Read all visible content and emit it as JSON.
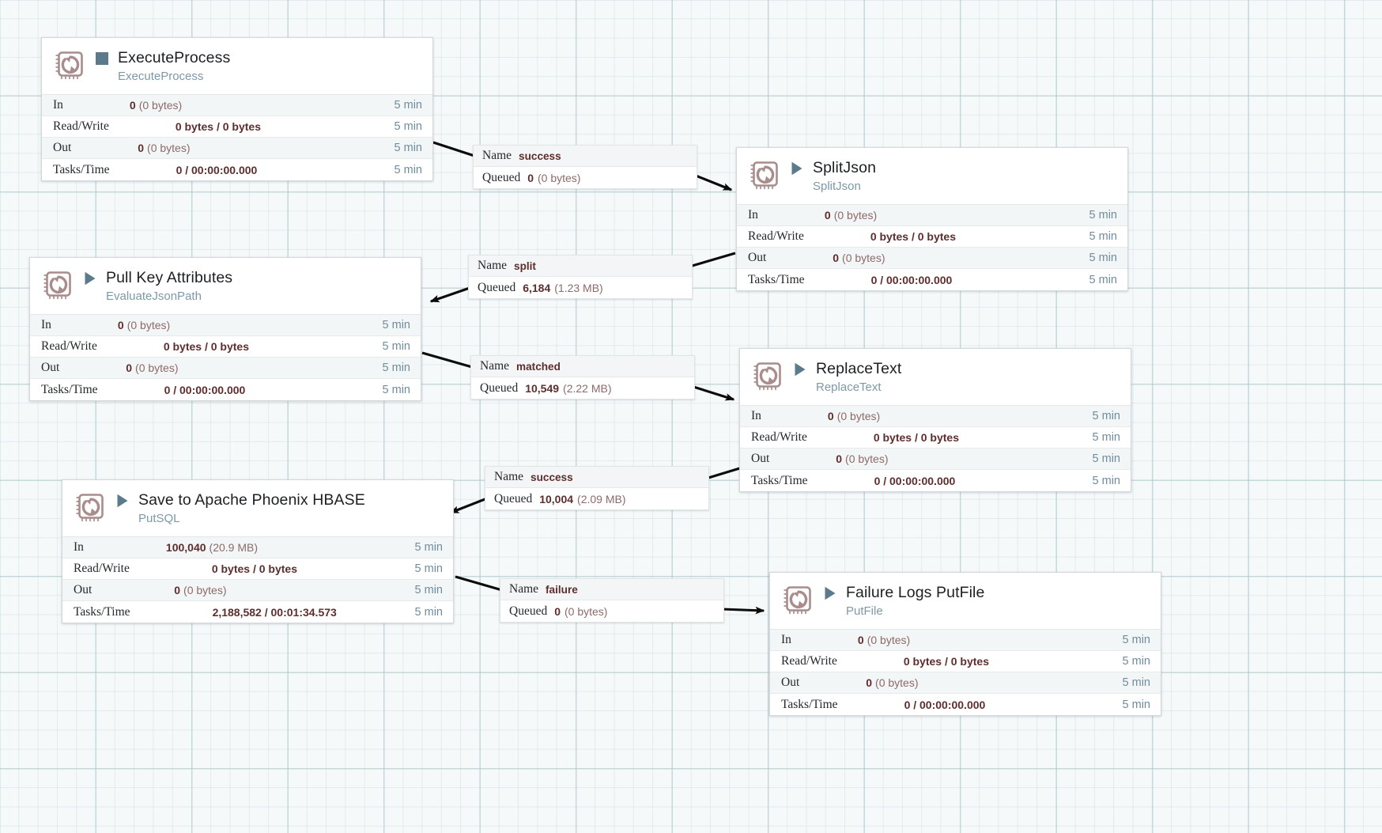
{
  "canvas": {
    "grid": true,
    "background": "#f6f9fa",
    "grid_color": "#a8c3c6"
  },
  "theme": {
    "icon_color": "#a98c8c",
    "running_color": "#5b7b8c",
    "stopped_color": "#5b7b8c",
    "value_color": "#5e2d2d",
    "unit_color": "#8d6a6a",
    "time_color": "#6f8c9c",
    "type_color": "#7d99a8"
  },
  "stat_labels": {
    "in": "In",
    "read_write": "Read/Write",
    "out": "Out",
    "tasks_time": "Tasks/Time"
  },
  "connection_labels": {
    "name": "Name",
    "queued": "Queued"
  },
  "processors": [
    {
      "id": "execute-process",
      "name": "ExecuteProcess",
      "type": "ExecuteProcess",
      "state": "stopped",
      "state_icon": "stop-square-icon",
      "stats": [
        {
          "label": "In",
          "value": "0",
          "unit": "(0 bytes)",
          "time": "5 min"
        },
        {
          "label": "Read/Write",
          "value": "0 bytes / 0 bytes",
          "unit": "",
          "time": "5 min"
        },
        {
          "label": "Out",
          "value": "0",
          "unit": "(0 bytes)",
          "time": "5 min"
        },
        {
          "label": "Tasks/Time",
          "value": "0 / 00:00:00.000",
          "unit": "",
          "time": "5 min"
        }
      ]
    },
    {
      "id": "split-json",
      "name": "SplitJson",
      "type": "SplitJson",
      "state": "running",
      "state_icon": "play-triangle-icon",
      "stats": [
        {
          "label": "In",
          "value": "0",
          "unit": "(0 bytes)",
          "time": "5 min"
        },
        {
          "label": "Read/Write",
          "value": "0 bytes / 0 bytes",
          "unit": "",
          "time": "5 min"
        },
        {
          "label": "Out",
          "value": "0",
          "unit": "(0 bytes)",
          "time": "5 min"
        },
        {
          "label": "Tasks/Time",
          "value": "0 / 00:00:00.000",
          "unit": "",
          "time": "5 min"
        }
      ]
    },
    {
      "id": "pull-key-attributes",
      "name": "Pull Key Attributes",
      "type": "EvaluateJsonPath",
      "state": "running",
      "state_icon": "play-triangle-icon",
      "stats": [
        {
          "label": "In",
          "value": "0",
          "unit": "(0 bytes)",
          "time": "5 min"
        },
        {
          "label": "Read/Write",
          "value": "0 bytes / 0 bytes",
          "unit": "",
          "time": "5 min"
        },
        {
          "label": "Out",
          "value": "0",
          "unit": "(0 bytes)",
          "time": "5 min"
        },
        {
          "label": "Tasks/Time",
          "value": "0 / 00:00:00.000",
          "unit": "",
          "time": "5 min"
        }
      ]
    },
    {
      "id": "replace-text",
      "name": "ReplaceText",
      "type": "ReplaceText",
      "state": "running",
      "state_icon": "play-triangle-icon",
      "stats": [
        {
          "label": "In",
          "value": "0",
          "unit": "(0 bytes)",
          "time": "5 min"
        },
        {
          "label": "Read/Write",
          "value": "0 bytes / 0 bytes",
          "unit": "",
          "time": "5 min"
        },
        {
          "label": "Out",
          "value": "0",
          "unit": "(0 bytes)",
          "time": "5 min"
        },
        {
          "label": "Tasks/Time",
          "value": "0 / 00:00:00.000",
          "unit": "",
          "time": "5 min"
        }
      ]
    },
    {
      "id": "save-to-apache-phoenix-hbase",
      "name": "Save to Apache Phoenix HBASE",
      "type": "PutSQL",
      "state": "running",
      "state_icon": "play-triangle-icon",
      "stats": [
        {
          "label": "In",
          "value": "100,040",
          "unit": "(20.9 MB)",
          "time": "5 min"
        },
        {
          "label": "Read/Write",
          "value": "0 bytes / 0 bytes",
          "unit": "",
          "time": "5 min"
        },
        {
          "label": "Out",
          "value": "0",
          "unit": "(0 bytes)",
          "time": "5 min"
        },
        {
          "label": "Tasks/Time",
          "value": "2,188,582 / 00:01:34.573",
          "unit": "",
          "time": "5 min"
        }
      ]
    },
    {
      "id": "failure-logs-putfile",
      "name": "Failure Logs PutFile",
      "type": "PutFile",
      "state": "running",
      "state_icon": "play-triangle-icon",
      "stats": [
        {
          "label": "In",
          "value": "0",
          "unit": "(0 bytes)",
          "time": "5 min"
        },
        {
          "label": "Read/Write",
          "value": "0 bytes / 0 bytes",
          "unit": "",
          "time": "5 min"
        },
        {
          "label": "Out",
          "value": "0",
          "unit": "(0 bytes)",
          "time": "5 min"
        },
        {
          "label": "Tasks/Time",
          "value": "0 / 00:00:00.000",
          "unit": "",
          "time": "5 min"
        }
      ]
    }
  ],
  "connections": [
    {
      "id": "conn-success-1",
      "name": "success",
      "queued_count": "0",
      "queued_size": "(0 bytes)",
      "from": "execute-process",
      "to": "split-json"
    },
    {
      "id": "conn-split",
      "name": "split",
      "queued_count": "6,184",
      "queued_size": "(1.23 MB)",
      "from": "split-json",
      "to": "pull-key-attributes"
    },
    {
      "id": "conn-matched",
      "name": "matched",
      "queued_count": "10,549",
      "queued_size": "(2.22 MB)",
      "from": "pull-key-attributes",
      "to": "replace-text"
    },
    {
      "id": "conn-success-2",
      "name": "success",
      "queued_count": "10,004",
      "queued_size": "(2.09 MB)",
      "from": "replace-text",
      "to": "save-to-apache-phoenix-hbase"
    },
    {
      "id": "conn-failure",
      "name": "failure",
      "queued_count": "0",
      "queued_size": "(0 bytes)",
      "from": "save-to-apache-phoenix-hbase",
      "to": "failure-logs-putfile"
    }
  ]
}
